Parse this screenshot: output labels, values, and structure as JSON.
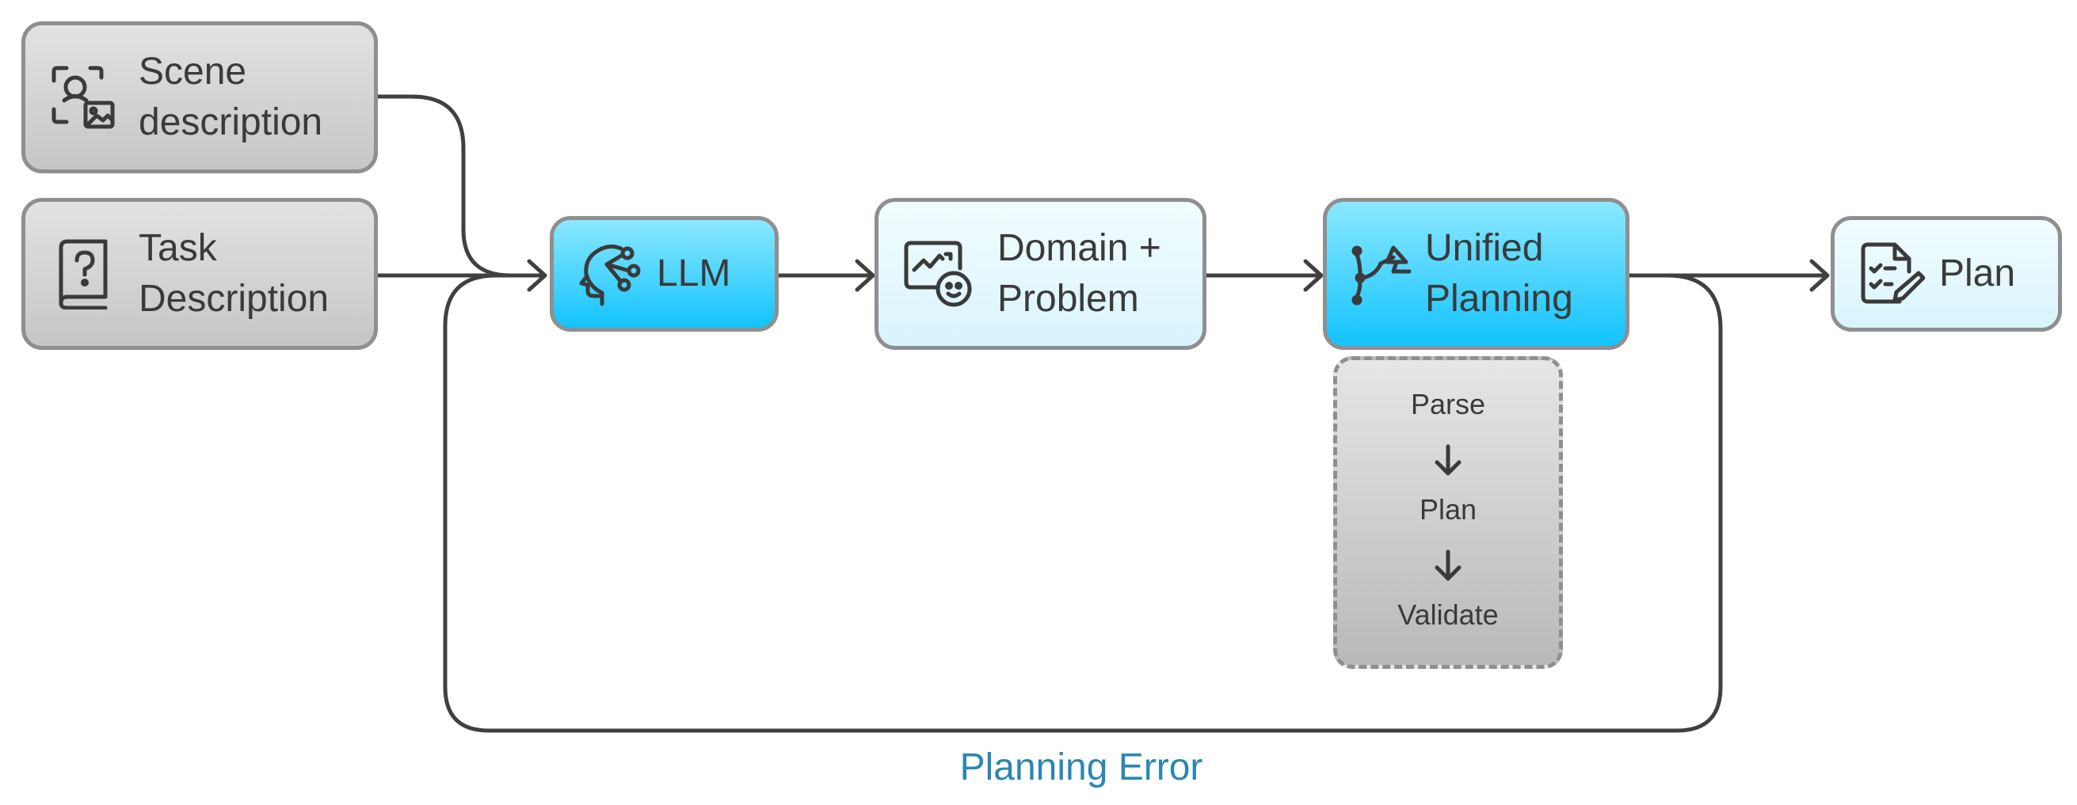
{
  "nodes": {
    "scene": {
      "line1": "Scene",
      "line2": "description",
      "icon": "scene-image-icon"
    },
    "task": {
      "line1": "Task",
      "line2": "Description",
      "icon": "question-book-icon"
    },
    "llm": {
      "label": "LLM",
      "icon": "head-network-icon"
    },
    "domain": {
      "line1": "Domain +",
      "line2": "Problem",
      "icon": "chart-gear-icon"
    },
    "unified": {
      "line1": "Unified",
      "line2": "Planning",
      "icon": "path-robot-arm-icon"
    },
    "plan": {
      "label": "Plan",
      "icon": "checklist-pencil-icon"
    }
  },
  "subprocess": {
    "steps": [
      "Parse",
      "Plan",
      "Validate"
    ]
  },
  "feedback_label": "Planning Error",
  "colors": {
    "accent": "#12c3ff",
    "node_light": "#d9f4fc",
    "node_gray": "#c6c6c6",
    "border": "#8f8f8f",
    "lines": "#404040",
    "error_text": "#2b86b3"
  }
}
